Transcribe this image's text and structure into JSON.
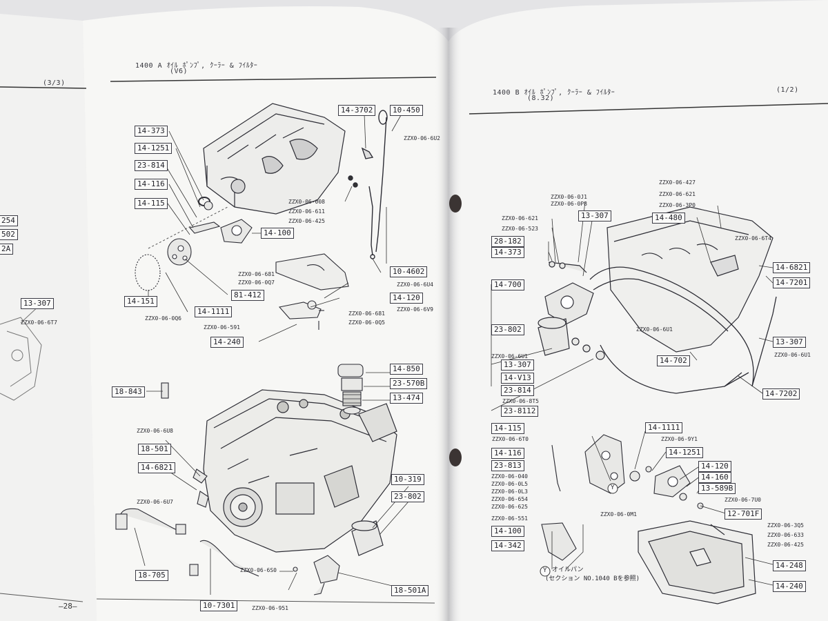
{
  "partial_page": {
    "page_indicator": "(3/3)",
    "boxes": [
      "254",
      "502",
      "2A",
      "13-307"
    ],
    "codes": [
      "ZZX0-06-6T7"
    ]
  },
  "left_page": {
    "header_line1": "1400 A  ｵｲﾙ ﾎﾟﾝﾌﾟ, ｸｰﾗｰ & ﾌｲﾙﾀｰ",
    "header_line2": "(V6)",
    "page_number": "—28—",
    "parts": [
      "14-373",
      "14-1251",
      "23-814",
      "14-116",
      "14-115",
      "14-100",
      "14-151",
      "14-1111",
      "81-412",
      "14-240",
      "14-120",
      "10-4602",
      "14-3702",
      "10-450",
      "14-850",
      "23-570B",
      "13-474",
      "18-843",
      "18-501",
      "14-6821",
      "18-705",
      "10-7301",
      "10-319",
      "23-802",
      "18-501A"
    ],
    "codes": [
      "ZZX0-06-008",
      "ZZX0-06-611",
      "ZZX0-06-425",
      "ZZX0-06-681",
      "ZZX0-06-0Q7",
      "ZZX0-06-0Q6",
      "ZZX0-06-591",
      "ZZX0-06-681",
      "ZZX0-06-0Q5",
      "ZZX0-06-6V9",
      "ZZX0-06-6U4",
      "ZZX0-06-6U2",
      "ZZX0-06-6U8",
      "ZZX0-06-6U7",
      "ZZX0-06-6S0",
      "ZZX0-06-951"
    ]
  },
  "right_page": {
    "header_line1": "1400 B  ｵｲﾙ ﾎﾟﾝﾌﾟ, ｸｰﾗｰ & ﾌｲﾙﾀｰ",
    "header_line2": "(8.32)",
    "page_indicator": "(1/2)",
    "parts": [
      "13-307",
      "28-182",
      "14-373",
      "14-700",
      "23-802",
      "13-307",
      "14-V13",
      "23-814",
      "23-8112",
      "14-480",
      "14-6821",
      "14-7201",
      "13-307",
      "14-702",
      "14-7202",
      "14-115",
      "14-116",
      "23-813",
      "14-100",
      "14-342",
      "14-1111",
      "14-1251",
      "14-120",
      "14-160",
      "13-589B",
      "12-701F",
      "14-248",
      "14-240"
    ],
    "codes": [
      "ZZX0-06-0J1",
      "ZZX0-06-0P8",
      "ZZX0-06-621",
      "ZZX0-06-523",
      "ZZX0-06-427",
      "ZZX0-06-621",
      "ZZX0-06-3P0",
      "ZZX0-06-6T4",
      "ZZX0-06-6U1",
      "ZZX0-06-6U1",
      "ZZX0-06-8T5",
      "ZZX0-06-6U1",
      "ZZX0-06-6T0",
      "ZZX0-06-9Y1",
      "ZZX0-06-040",
      "ZZX0-06-0L5",
      "ZZX0-06-0L3",
      "ZZX0-06-654",
      "ZZX0-06-625",
      "ZZX0-06-551",
      "ZZX0-06-7U0",
      "ZZX0-06-0M1",
      "ZZX0-06-3Q5",
      "ZZX0-06-633",
      "ZZX0-06-425"
    ],
    "ref_letter": "Y",
    "oil_pan_note": "オイルパン",
    "section_note": "(セクション NO.1040 Bを参照)"
  }
}
